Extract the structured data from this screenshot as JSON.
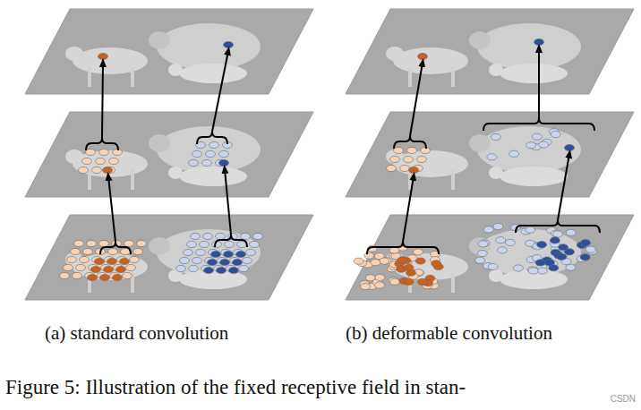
{
  "diagram": {
    "caption": "Figure 5: Illustration of the fixed receptive field in stan-",
    "labels": [
      "(a) standard convolution",
      "(b) deformable convolution",
      "CSDN"
    ]
  }
}
